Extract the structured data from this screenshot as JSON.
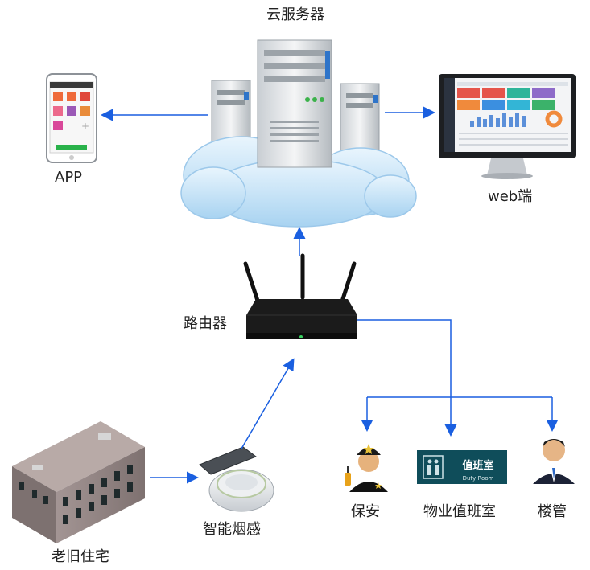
{
  "labels": {
    "cloud_server": "云服务器",
    "app": "APP",
    "web": "web端",
    "router": "路由器",
    "building": "老旧住宅",
    "smoke": "智能烟感",
    "guard": "保安",
    "duty_room": "物业值班室",
    "manager": "楼管"
  },
  "duty_sign": {
    "title": "值班室",
    "subtitle": "Duty   Room"
  },
  "colors": {
    "arrow": "#1a5fe0",
    "cloud": "#bfe0f7",
    "router": "#1b1b1b",
    "sign": "#0f4d5a",
    "building": "#8a7d7a"
  }
}
